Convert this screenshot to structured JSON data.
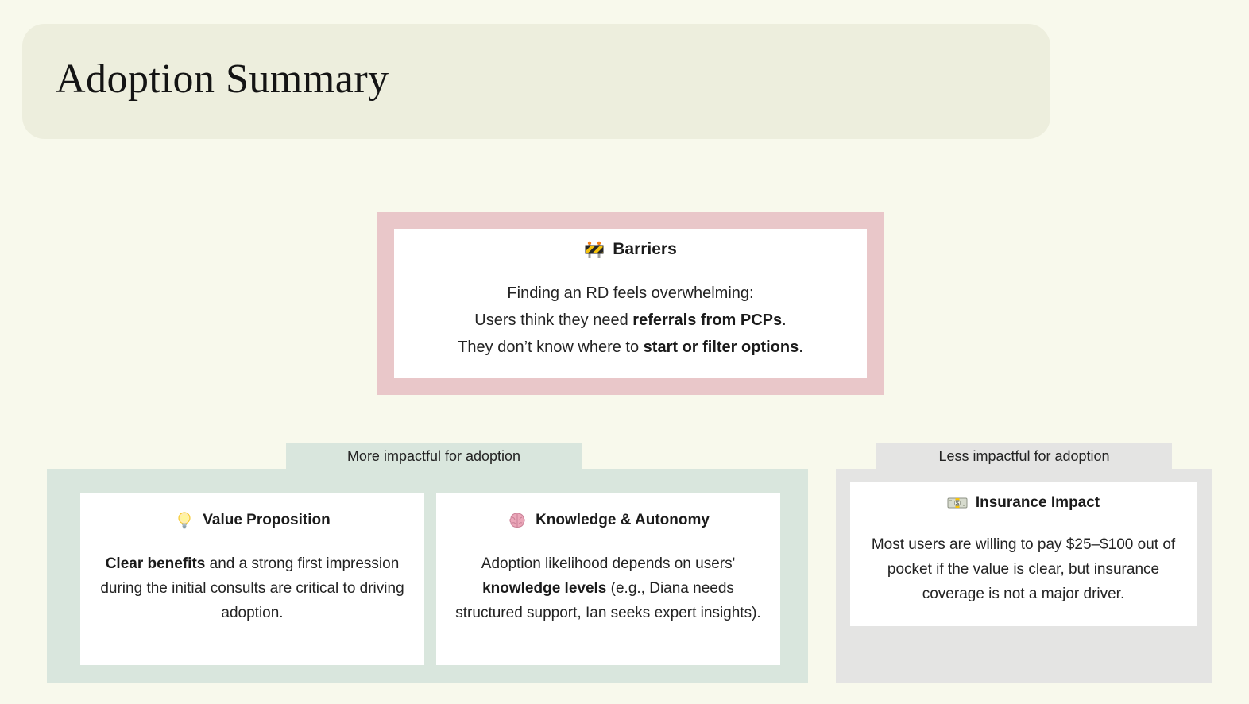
{
  "page": {
    "background": "#f8f9ec"
  },
  "header": {
    "title": "Adoption Summary",
    "background": "#edeedd"
  },
  "barriers_card": {
    "icon": "construction-sign-icon",
    "icon_char": "🚧",
    "title": "Barriers",
    "frame_color": "#e9c7c9",
    "lines": {
      "0": [
        {
          "text": "Finding an RD feels overwhelming:",
          "bold": false
        }
      ],
      "1": [
        {
          "text": "Users think they need ",
          "bold": false
        },
        {
          "text": "referrals from PCPs",
          "bold": true
        },
        {
          "text": ".",
          "bold": false
        }
      ],
      "2": [
        {
          "text": "They don’t know where to ",
          "bold": false
        },
        {
          "text": "start or filter options",
          "bold": true
        },
        {
          "text": ".",
          "bold": false
        }
      ]
    }
  },
  "groups": {
    "more": {
      "label": "More impactful for adoption",
      "background": "#d9e6dd",
      "cards": {
        "value_proposition": {
          "icon": "light-bulb-icon",
          "icon_char": "💡",
          "title": "Value Proposition",
          "segments": [
            {
              "text": "Clear benefits",
              "bold": true
            },
            {
              "text": " and a strong first impression during the initial consults are critical to driving adoption.",
              "bold": false
            }
          ]
        },
        "knowledge_autonomy": {
          "icon": "brain-icon",
          "icon_char": "🧠",
          "title": "Knowledge & Autonomy",
          "segments": [
            {
              "text": "Adoption likelihood depends on users' ",
              "bold": false
            },
            {
              "text": "knowledge levels",
              "bold": true
            },
            {
              "text": " (e.g., Diana needs structured support, Ian seeks expert insights).",
              "bold": false
            }
          ]
        }
      }
    },
    "less": {
      "label": "Less impactful for adoption",
      "background": "#e4e4e3",
      "cards": {
        "insurance_impact": {
          "icon": "dollar-banknote-icon",
          "icon_char": "💵",
          "title": "Insurance Impact",
          "segments": [
            {
              "text": "Most users are willing to pay $25–$100 out of pocket if the value is clear, but insurance coverage is not a major driver.",
              "bold": false
            }
          ]
        }
      }
    }
  }
}
